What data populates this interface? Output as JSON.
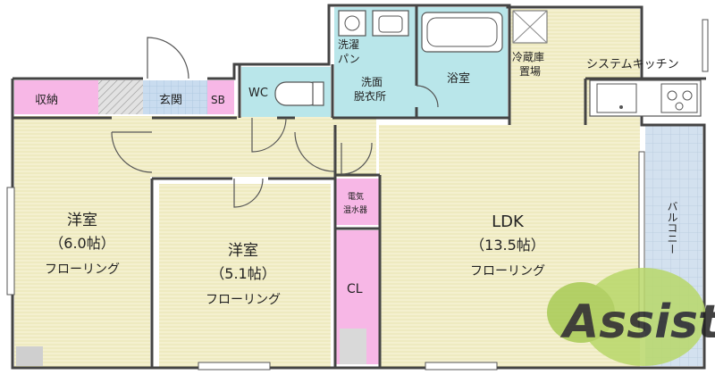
{
  "colors": {
    "wood_floor": "#f4f0cf",
    "wood_stripe": "#e9e3b0",
    "wet_area": "#b9e6ea",
    "storage": "#f7b7e6",
    "entrance_tile": "#c9dcef",
    "balcony": "#d3e1ef",
    "wall": "#444444",
    "logo_green": "#b9d86a",
    "logo_text": "#ffffff"
  },
  "rooms": {
    "storage_left": "収納",
    "entrance": "玄関",
    "sb": "SB",
    "wc": "WC",
    "laundry_line1": "洗濯",
    "laundry_line2": "パン",
    "washroom_line1": "洗面",
    "washroom_line2": "脱衣所",
    "bath": "浴室",
    "fridge_line1": "冷蔵庫",
    "fridge_line2": "置場",
    "kitchen": "システムキッチン",
    "heater_line1": "電気",
    "heater_line2": "温水器",
    "closet": "CL",
    "balcony": "バルコニー",
    "room1_name": "洋室",
    "room1_size": "（6.0帖）",
    "room1_floor": "フローリング",
    "room2_name": "洋室",
    "room2_size": "（5.1帖）",
    "room2_floor": "フローリング",
    "ldk_name": "LDK",
    "ldk_size": "（13.5帖）",
    "ldk_floor": "フローリング"
  },
  "logo": {
    "text": "Assist"
  }
}
